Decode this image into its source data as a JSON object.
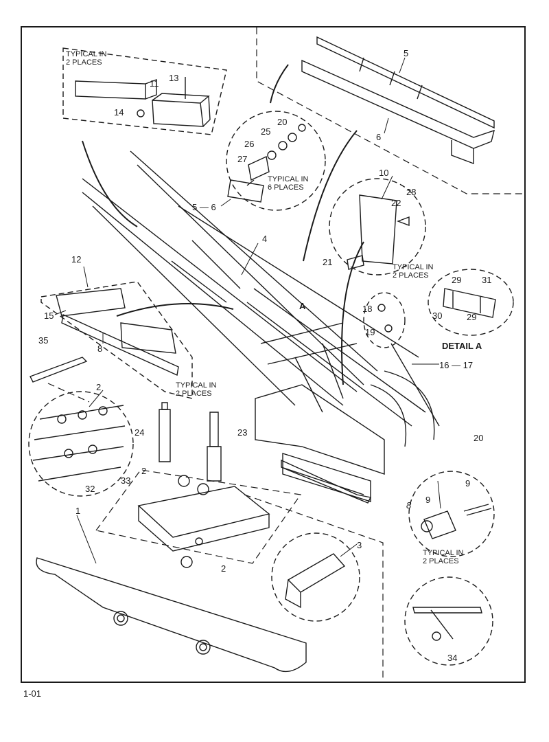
{
  "page_id": "1-01",
  "notes": {
    "typ_2_top_l1": "TYPICAL IN",
    "typ_2_top_l2": "2 PLACES",
    "typ_6_l1": "TYPICAL IN",
    "typ_6_l2": "6 PLACES",
    "typ_2_mid_l1": "TYPICAL IN",
    "typ_2_mid_l2": "2 PLACES",
    "typ_2_left_l1": "TYPICAL IN",
    "typ_2_left_l2": "2 PLACES",
    "typ_2_lowr_l1": "TYPICAL IN",
    "typ_2_lowr_l2": "2 PLACES",
    "detail_a": "DETAIL A",
    "ref_a": "A"
  },
  "callouts": [
    "1",
    "2",
    "2",
    "2",
    "3",
    "4",
    "5",
    "5 — 6",
    "6",
    "8",
    "8",
    "9",
    "9",
    "10",
    "11",
    "12",
    "13",
    "14",
    "15",
    "16 — 17",
    "18",
    "19",
    "20",
    "20",
    "21",
    "22",
    "23",
    "24",
    "25",
    "26",
    "27",
    "28",
    "29",
    "29",
    "30",
    "31",
    "32",
    "33",
    "34",
    "35"
  ]
}
